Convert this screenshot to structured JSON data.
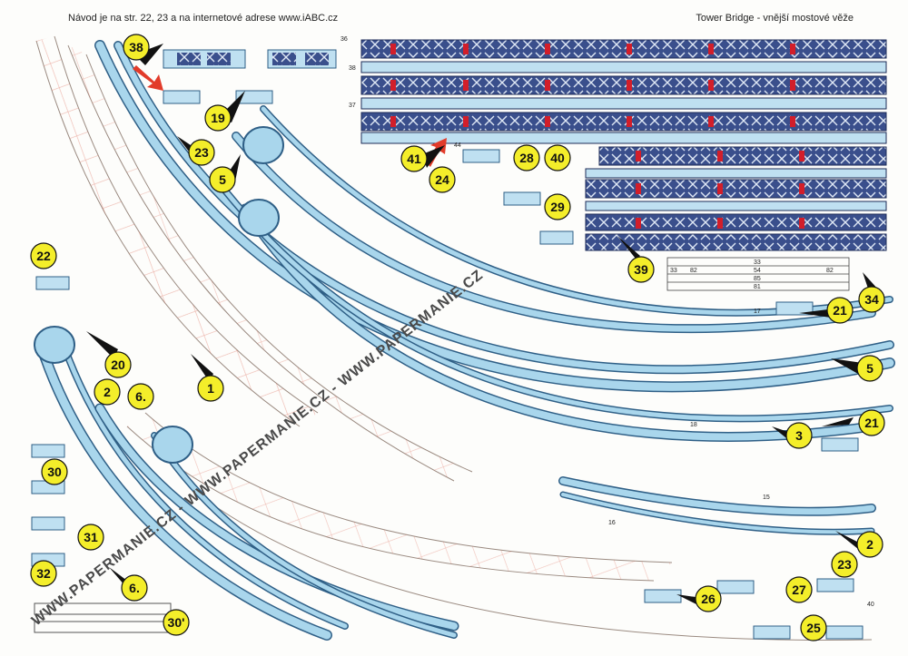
{
  "header": {
    "left_note": "Návod je na str. 22, 23 a na internetové adrese www.iABC.cz",
    "right_title": "Tower Bridge - vnější mostové věže"
  },
  "watermark": "WWW.PAPERMANIE.CZ - WWW.PAPERMANIE.CZ - WWW.PAPERMANIE.CZ",
  "colors": {
    "part_blue": "#a9d6ec",
    "part_edge": "#2f5f86",
    "panel_navy": "#3a4f8c",
    "label_yellow": "#f4ee2a",
    "cross_red": "#d84a3c",
    "arrow_red": "#e23b2a"
  },
  "part_labels": [
    "38",
    "19",
    "23",
    "5",
    "41",
    "24",
    "28",
    "40",
    "29",
    "39",
    "22",
    "20",
    "2",
    "6.",
    "1",
    "30",
    "31",
    "32",
    "6.",
    "30'",
    "21",
    "5",
    "21",
    "3",
    "2",
    "23",
    "26",
    "27",
    "25",
    "34"
  ],
  "dimensions": {
    "d33a": "33",
    "d54": "54",
    "d85": "85",
    "d81": "81",
    "d33b": "33",
    "d82a": "82",
    "d82b": "82",
    "t36": "36",
    "t38": "38",
    "t37": "37",
    "t44": "44",
    "t17": "17",
    "t18": "18",
    "t15": "15",
    "t16": "16",
    "t40": "40"
  }
}
